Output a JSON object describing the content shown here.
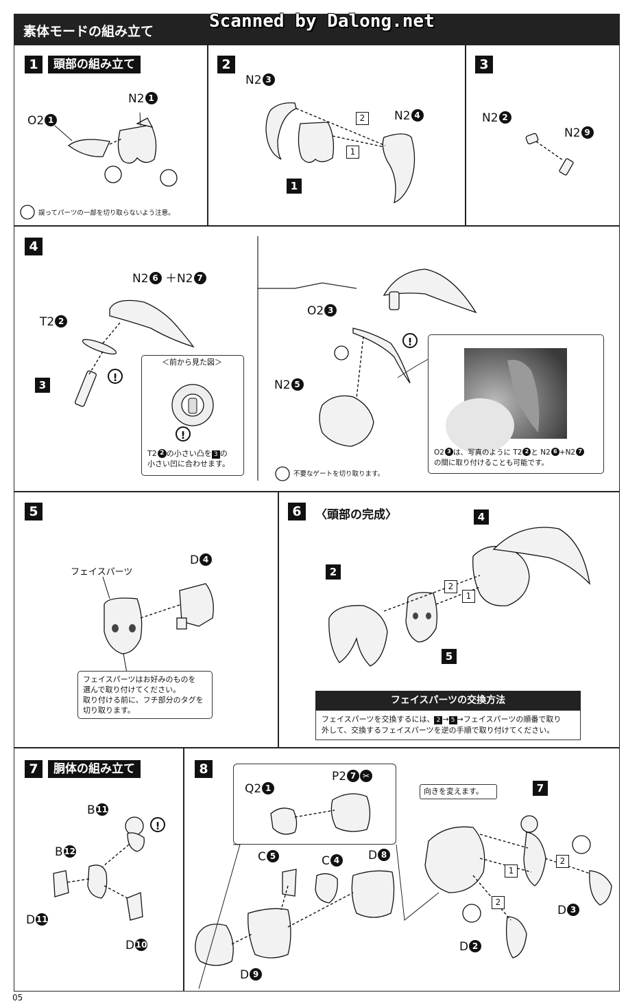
{
  "header": {
    "title": "素体モードの組み立て",
    "watermark": "Scanned by Dalong.net"
  },
  "page_number": "05",
  "steps": {
    "s1": {
      "number": "1",
      "title": "頭部の組み立て",
      "label_n2": "N2",
      "num_n2": "1",
      "label_o2": "O2",
      "num_o2": "1",
      "note": "誤ってパーツの一部を切り取らないよう注意。"
    },
    "s2": {
      "number": "2",
      "label_n2a": "N2",
      "num_n2a": "3",
      "label_n2b": "N2",
      "num_n2b": "4",
      "order1": "1",
      "order2": "2",
      "ref": "1"
    },
    "s3": {
      "number": "3",
      "label_a": "N2",
      "num_a": "2",
      "label_b": "N2",
      "num_b": "9"
    },
    "s4": {
      "number": "4",
      "label_combo_a": "N2",
      "num_combo_a": "6",
      "plus": "＋",
      "label_combo_b": "N2",
      "num_combo_b": "7",
      "label_t2": "T2",
      "num_t2": "2",
      "ref": "3",
      "front_view_title": "＜前から見た図＞",
      "front_view_note_1": "T2",
      "front_view_note_2": "の小さい凸を",
      "front_view_note_3": "の",
      "front_view_note_4": "小さい凹に合わせます。",
      "label_o2": "O2",
      "num_o2": "3",
      "label_n2": "N2",
      "num_n2": "5",
      "gate_note": "不要なゲートを切り取ります。",
      "photo_note_1": "O2",
      "photo_note_2": "は、写真のように T2",
      "photo_note_3": "と N2",
      "photo_note_4": "+N2",
      "photo_note_5": "の間に取り付けることも可能です。"
    },
    "s5": {
      "number": "5",
      "face_label": "フェイスパーツ",
      "label_d": "D",
      "num_d": "4",
      "note_line1": "フェイスパーツはお好みのものを",
      "note_line2": "選んで取り付けてください。",
      "note_line3": "取り付ける前に、フチ部分のタグを",
      "note_line4": "切り取ります。"
    },
    "s6": {
      "number": "6",
      "title": "〈頭部の完成〉",
      "ref_4": "4",
      "ref_2": "2",
      "ref_5": "5",
      "order1": "1",
      "order2": "2",
      "swap_title": "フェイスパーツの交換方法",
      "swap_line1_a": "フェイスパーツを交換するには、",
      "swap_ref_a": "2",
      "swap_arrow1": "→",
      "swap_ref_b": "5",
      "swap_line1_b": "→フェイスパーツの順番で取り",
      "swap_line2": "外して、交換するフェイスパーツを逆の手順で取り付けてください。"
    },
    "s7": {
      "number": "7",
      "title": "胴体の組み立て",
      "label_b11": "B",
      "num_b11": "11",
      "label_b12": "B",
      "num_b12": "12",
      "label_d11": "D",
      "num_d11": "11",
      "label_d10": "D",
      "num_d10": "10"
    },
    "s8": {
      "number": "8",
      "label_q2": "Q2",
      "num_q2": "1",
      "label_p2": "P2",
      "num_p2": "7",
      "label_c5": "C",
      "num_c5": "5",
      "label_c4": "C",
      "num_c4": "4",
      "label_d8": "D",
      "num_d8": "8",
      "label_d9": "D",
      "num_d9": "9",
      "turn_note": "向きを変えます。",
      "ref_7": "7",
      "order1a": "1",
      "order2a": "2",
      "order2b": "2",
      "label_d3": "D",
      "num_d3": "3",
      "label_d2": "D",
      "num_d2": "2"
    }
  }
}
